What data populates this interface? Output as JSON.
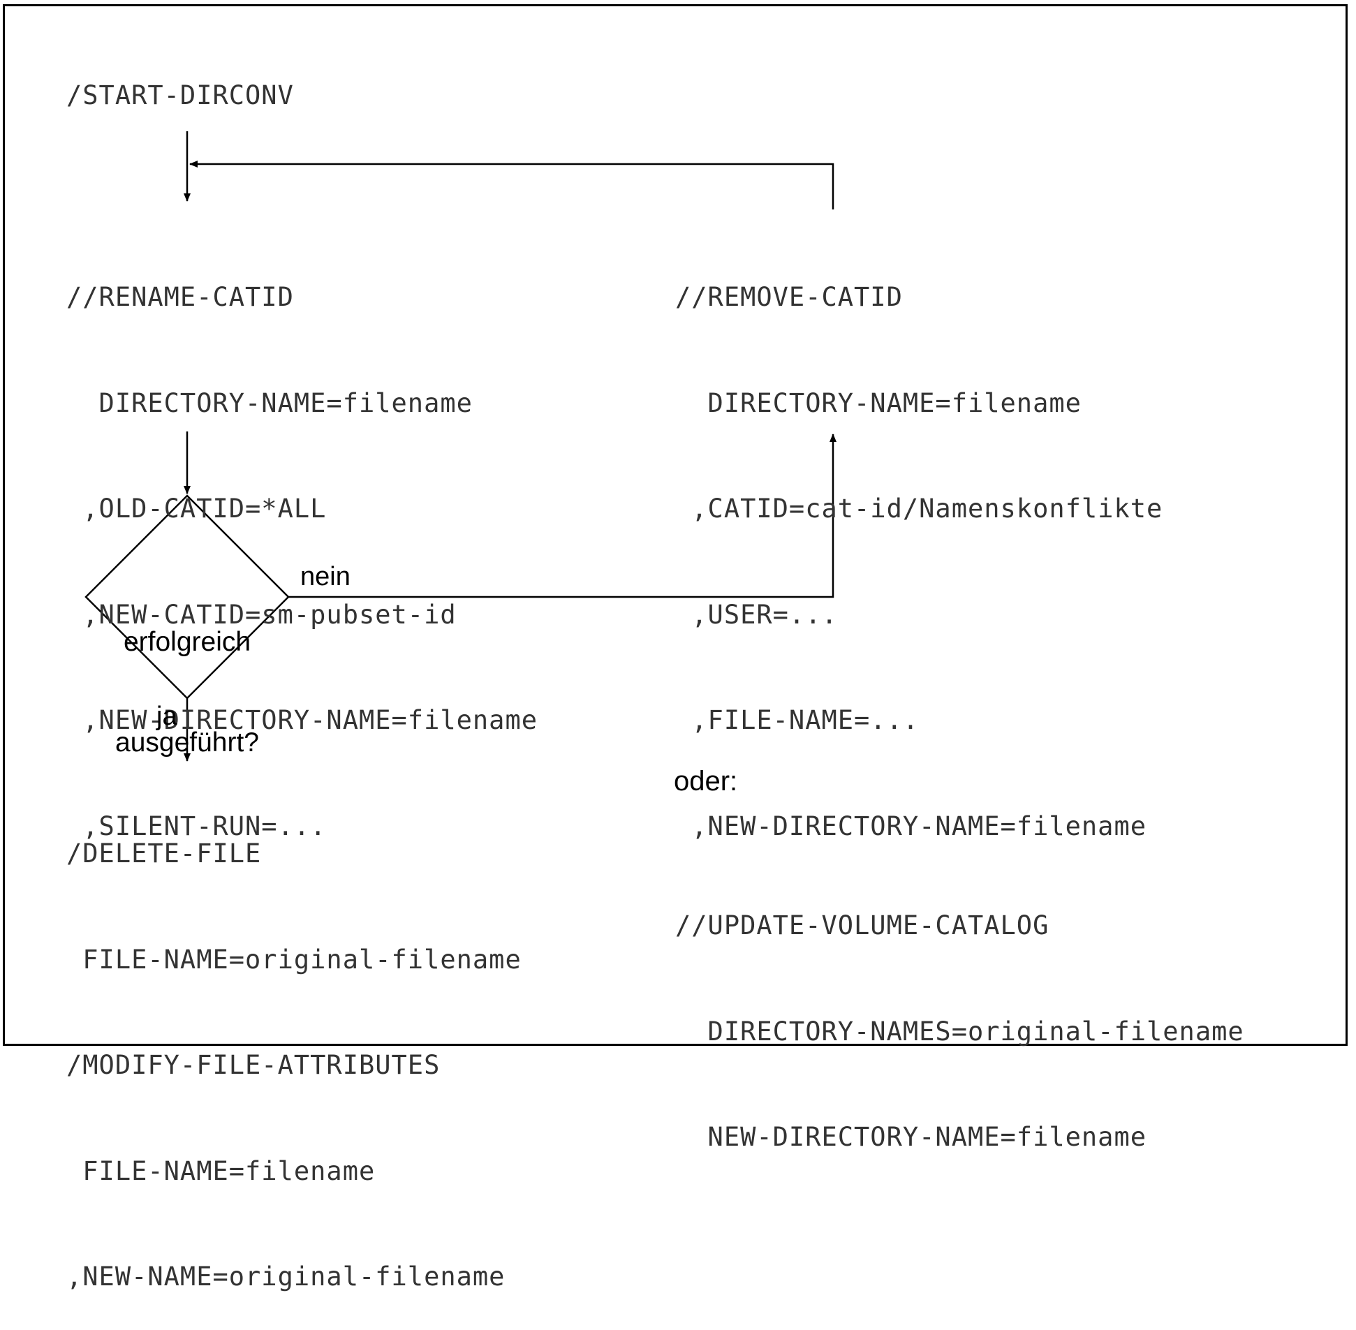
{
  "start_command": "/START-DIRCONV",
  "rename_block": {
    "lines": [
      "//RENAME-CATID",
      "  DIRECTORY-NAME=filename",
      " ,OLD-CATID=*ALL",
      " ,NEW-CATID=sm-pubset-id",
      " ,NEW-DIRECTORY-NAME=filename",
      " ,SILENT-RUN=..."
    ]
  },
  "remove_block": {
    "lines": [
      "//REMOVE-CATID",
      "  DIRECTORY-NAME=filename",
      " ,CATID=cat-id/Namenskonflikte",
      " ,USER=...",
      " ,FILE-NAME=...",
      " ,NEW-DIRECTORY-NAME=filename"
    ]
  },
  "decision": {
    "lines": [
      "erfolgreich",
      "ausgeführt?"
    ],
    "no_label": "nein",
    "yes_label": "ja"
  },
  "delete_block": {
    "lines": [
      "/DELETE-FILE",
      " FILE-NAME=original-filename",
      "/MODIFY-FILE-ATTRIBUTES",
      " FILE-NAME=filename",
      ",NEW-NAME=original-filename"
    ]
  },
  "alternative_label": "oder:",
  "update_block": {
    "lines": [
      "//UPDATE-VOLUME-CATALOG",
      "  DIRECTORY-NAMES=original-filename",
      "  NEW-DIRECTORY-NAME=filename"
    ]
  },
  "colors": {
    "line": "#000000",
    "code_text": "#333333"
  }
}
